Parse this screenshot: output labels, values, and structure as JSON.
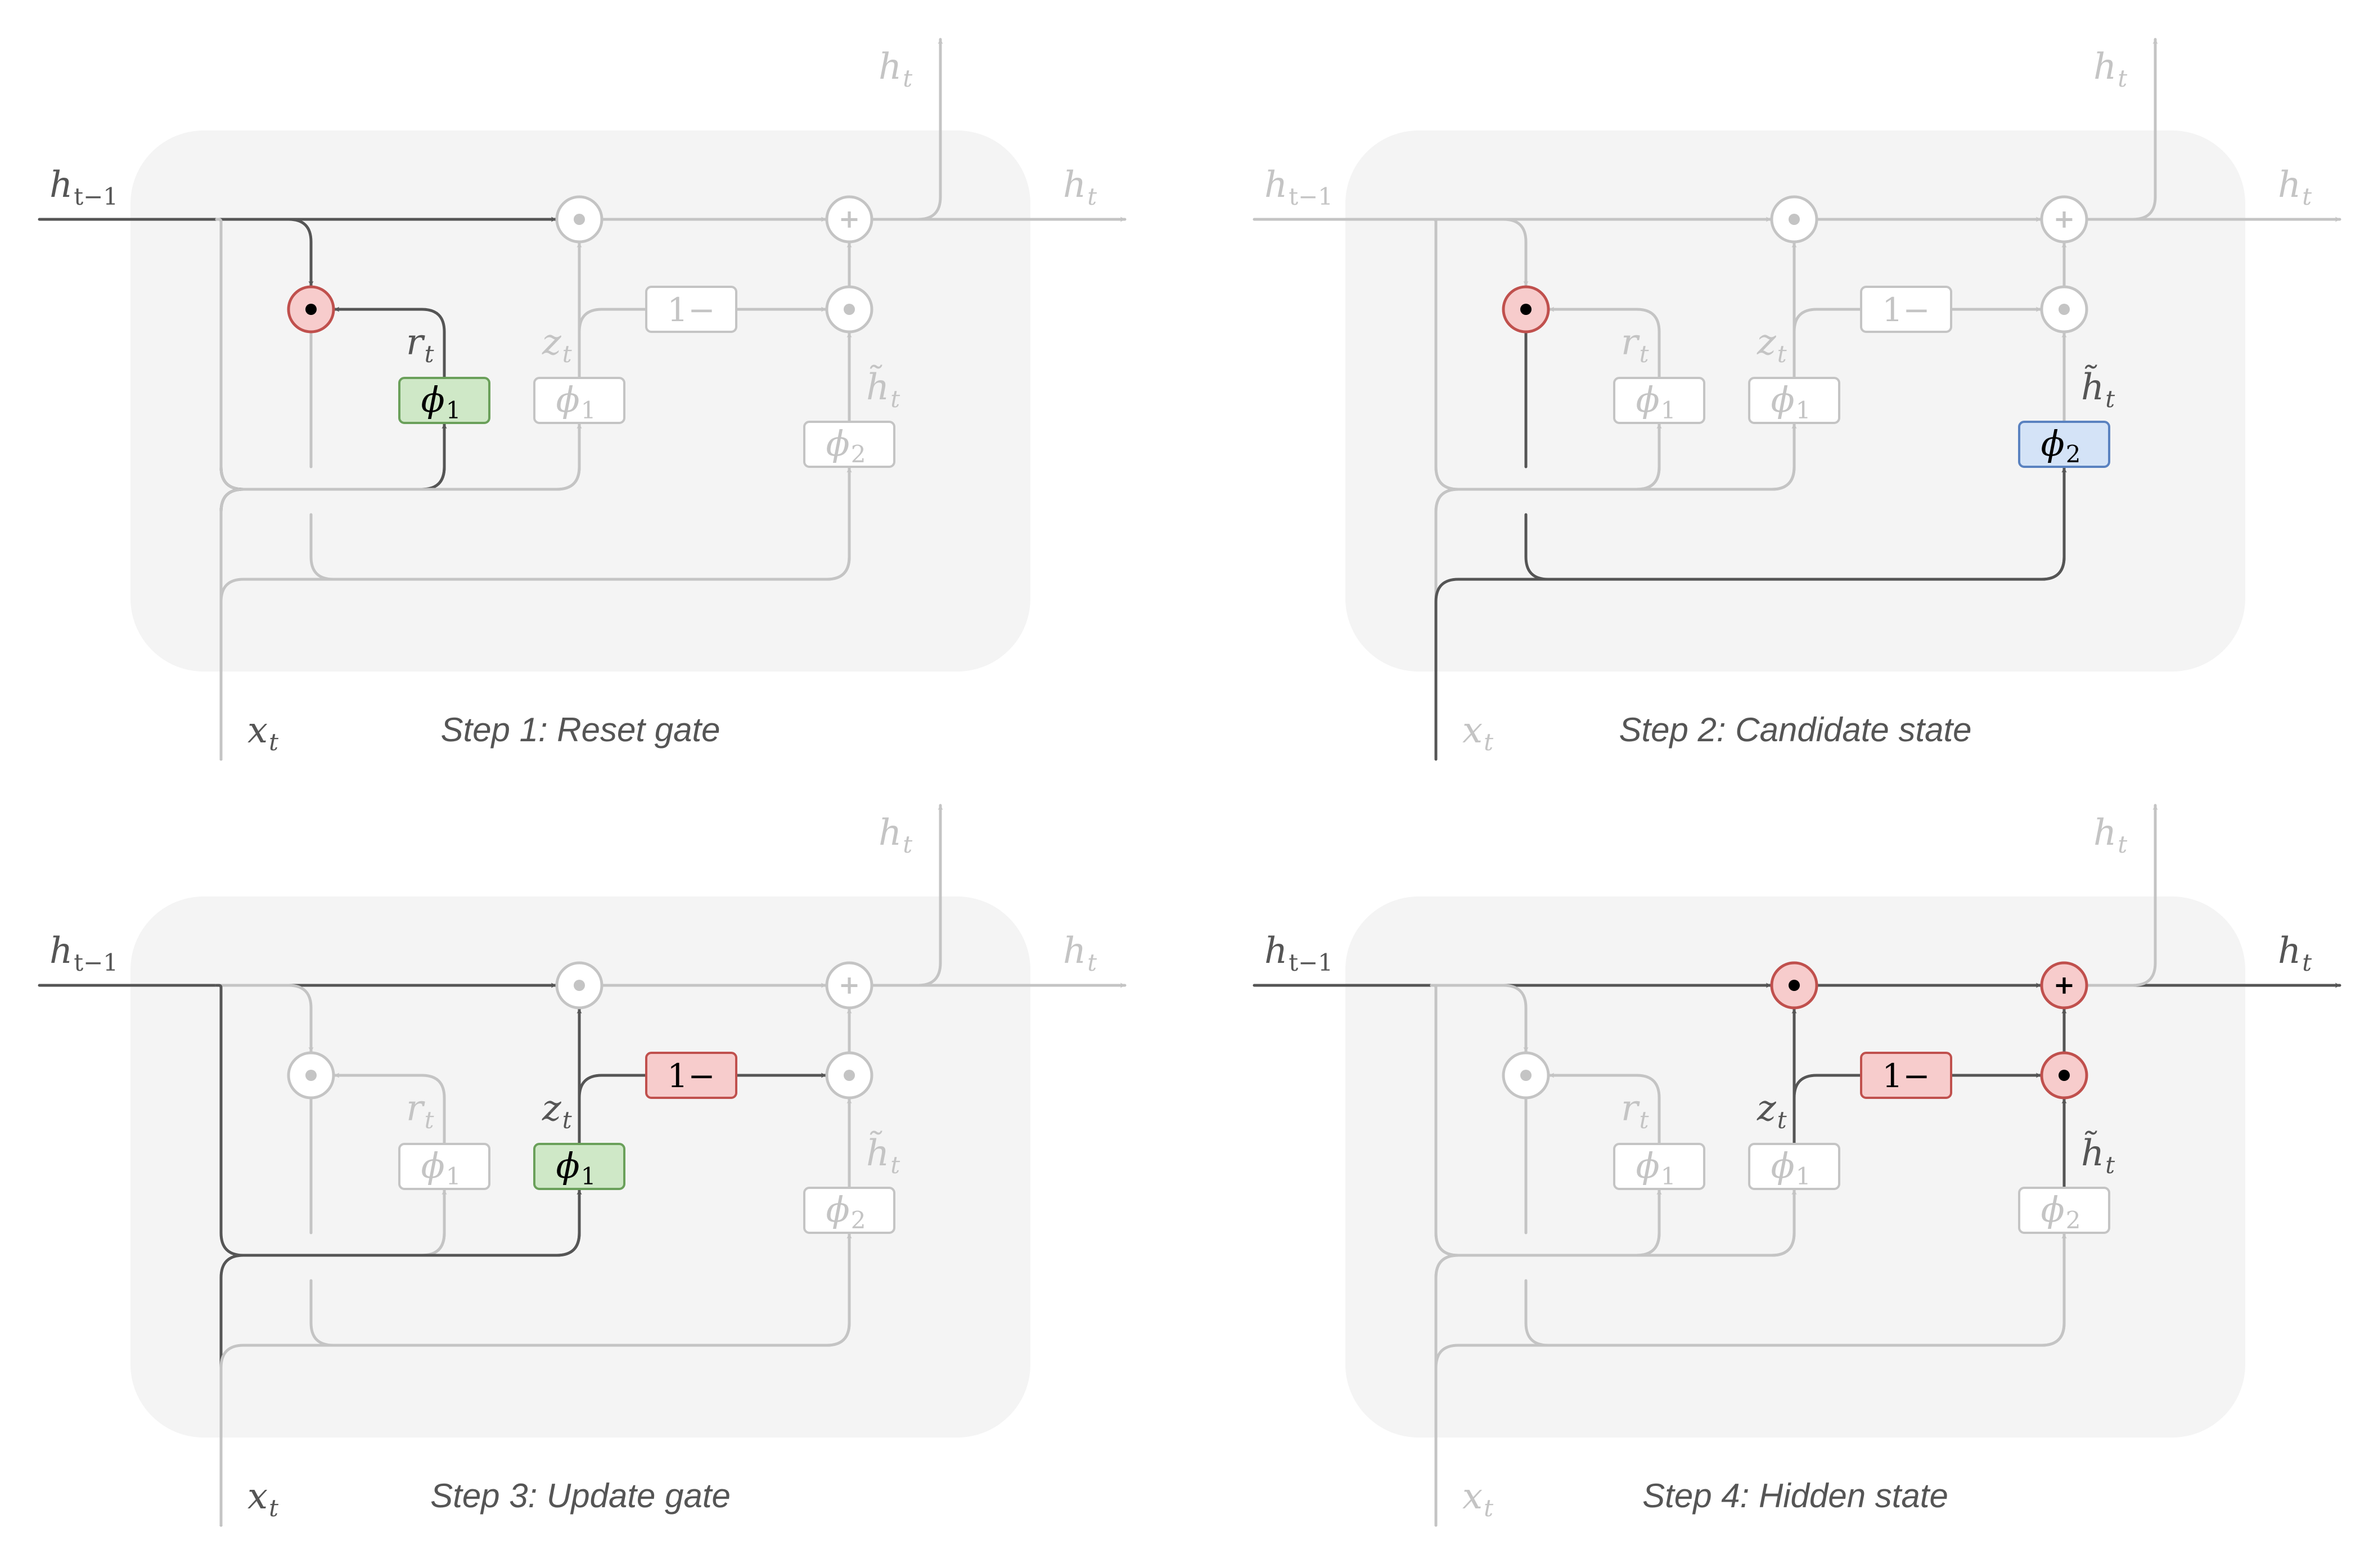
{
  "symbols": {
    "h_prev": "h",
    "h_prev_sub": "t−1",
    "h": "h",
    "t": "t",
    "h_tilde": "h̃",
    "x": "x",
    "r": "r",
    "z": "z",
    "phi": "ϕ",
    "one": "1",
    "two": "2",
    "one_minus": "1−",
    "odot": "•",
    "plus": "+"
  },
  "panels": [
    {
      "caption": "Step 1: Reset gate",
      "active": {
        "h_prev": true,
        "x": true,
        "r": true,
        "z": false,
        "hc": false,
        "h_out": false,
        "pp": false,
        "pr": true,
        "pz": false,
        "pc": false,
        "om": false,
        "wxr": true,
        "wxc": false,
        "wxz": false,
        "hr_line": true,
        "hz_path": false,
        "hb": false,
        "h_out_line": false,
        "p_reset_act": true
      }
    },
    {
      "caption": "Step 2: Candidate state",
      "active": {
        "h_prev": false,
        "x": false,
        "r": false,
        "z": false,
        "hc": true,
        "h_out": false,
        "pp": false,
        "pr": false,
        "pz": false,
        "pc": true,
        "om": false,
        "wxr": false,
        "wxc": true,
        "wxz": false,
        "hr_line": false,
        "hz_path": false,
        "hb": false,
        "h_out_line": false,
        "p_reset_act": true
      }
    },
    {
      "caption": "Step 3: Update gate",
      "active": {
        "h_prev": true,
        "x": true,
        "r": false,
        "z": true,
        "hc": false,
        "h_out": false,
        "pp": false,
        "pr": false,
        "pz": true,
        "pc": false,
        "om": true,
        "wxr": false,
        "wxc": false,
        "wxz": true,
        "hr_line": false,
        "hz_path": true,
        "hb": false,
        "h_out_line": false,
        "p_reset_act": false
      }
    },
    {
      "caption": "Step 4: Hidden state",
      "active": {
        "h_prev": true,
        "x": false,
        "r": false,
        "z": true,
        "hc": true,
        "h_out": true,
        "pp": true,
        "pr": false,
        "pz": false,
        "pc": false,
        "om": true,
        "wxr": false,
        "wxc": false,
        "wxz": false,
        "hr_line": false,
        "hz_path": false,
        "hb": true,
        "h_out_line": true,
        "p_reset_act": false
      }
    }
  ],
  "colors": {
    "dim": "#c4c4c4",
    "dark": "#555555",
    "bg": "#f4f4f4",
    "red_fill": "#f7cccc",
    "red_stroke": "#c0504d",
    "green_fill": "#cfe8c7",
    "green_stroke": "#6aa05a",
    "blue_fill": "#d4e3f7",
    "blue_stroke": "#5a82c0"
  }
}
